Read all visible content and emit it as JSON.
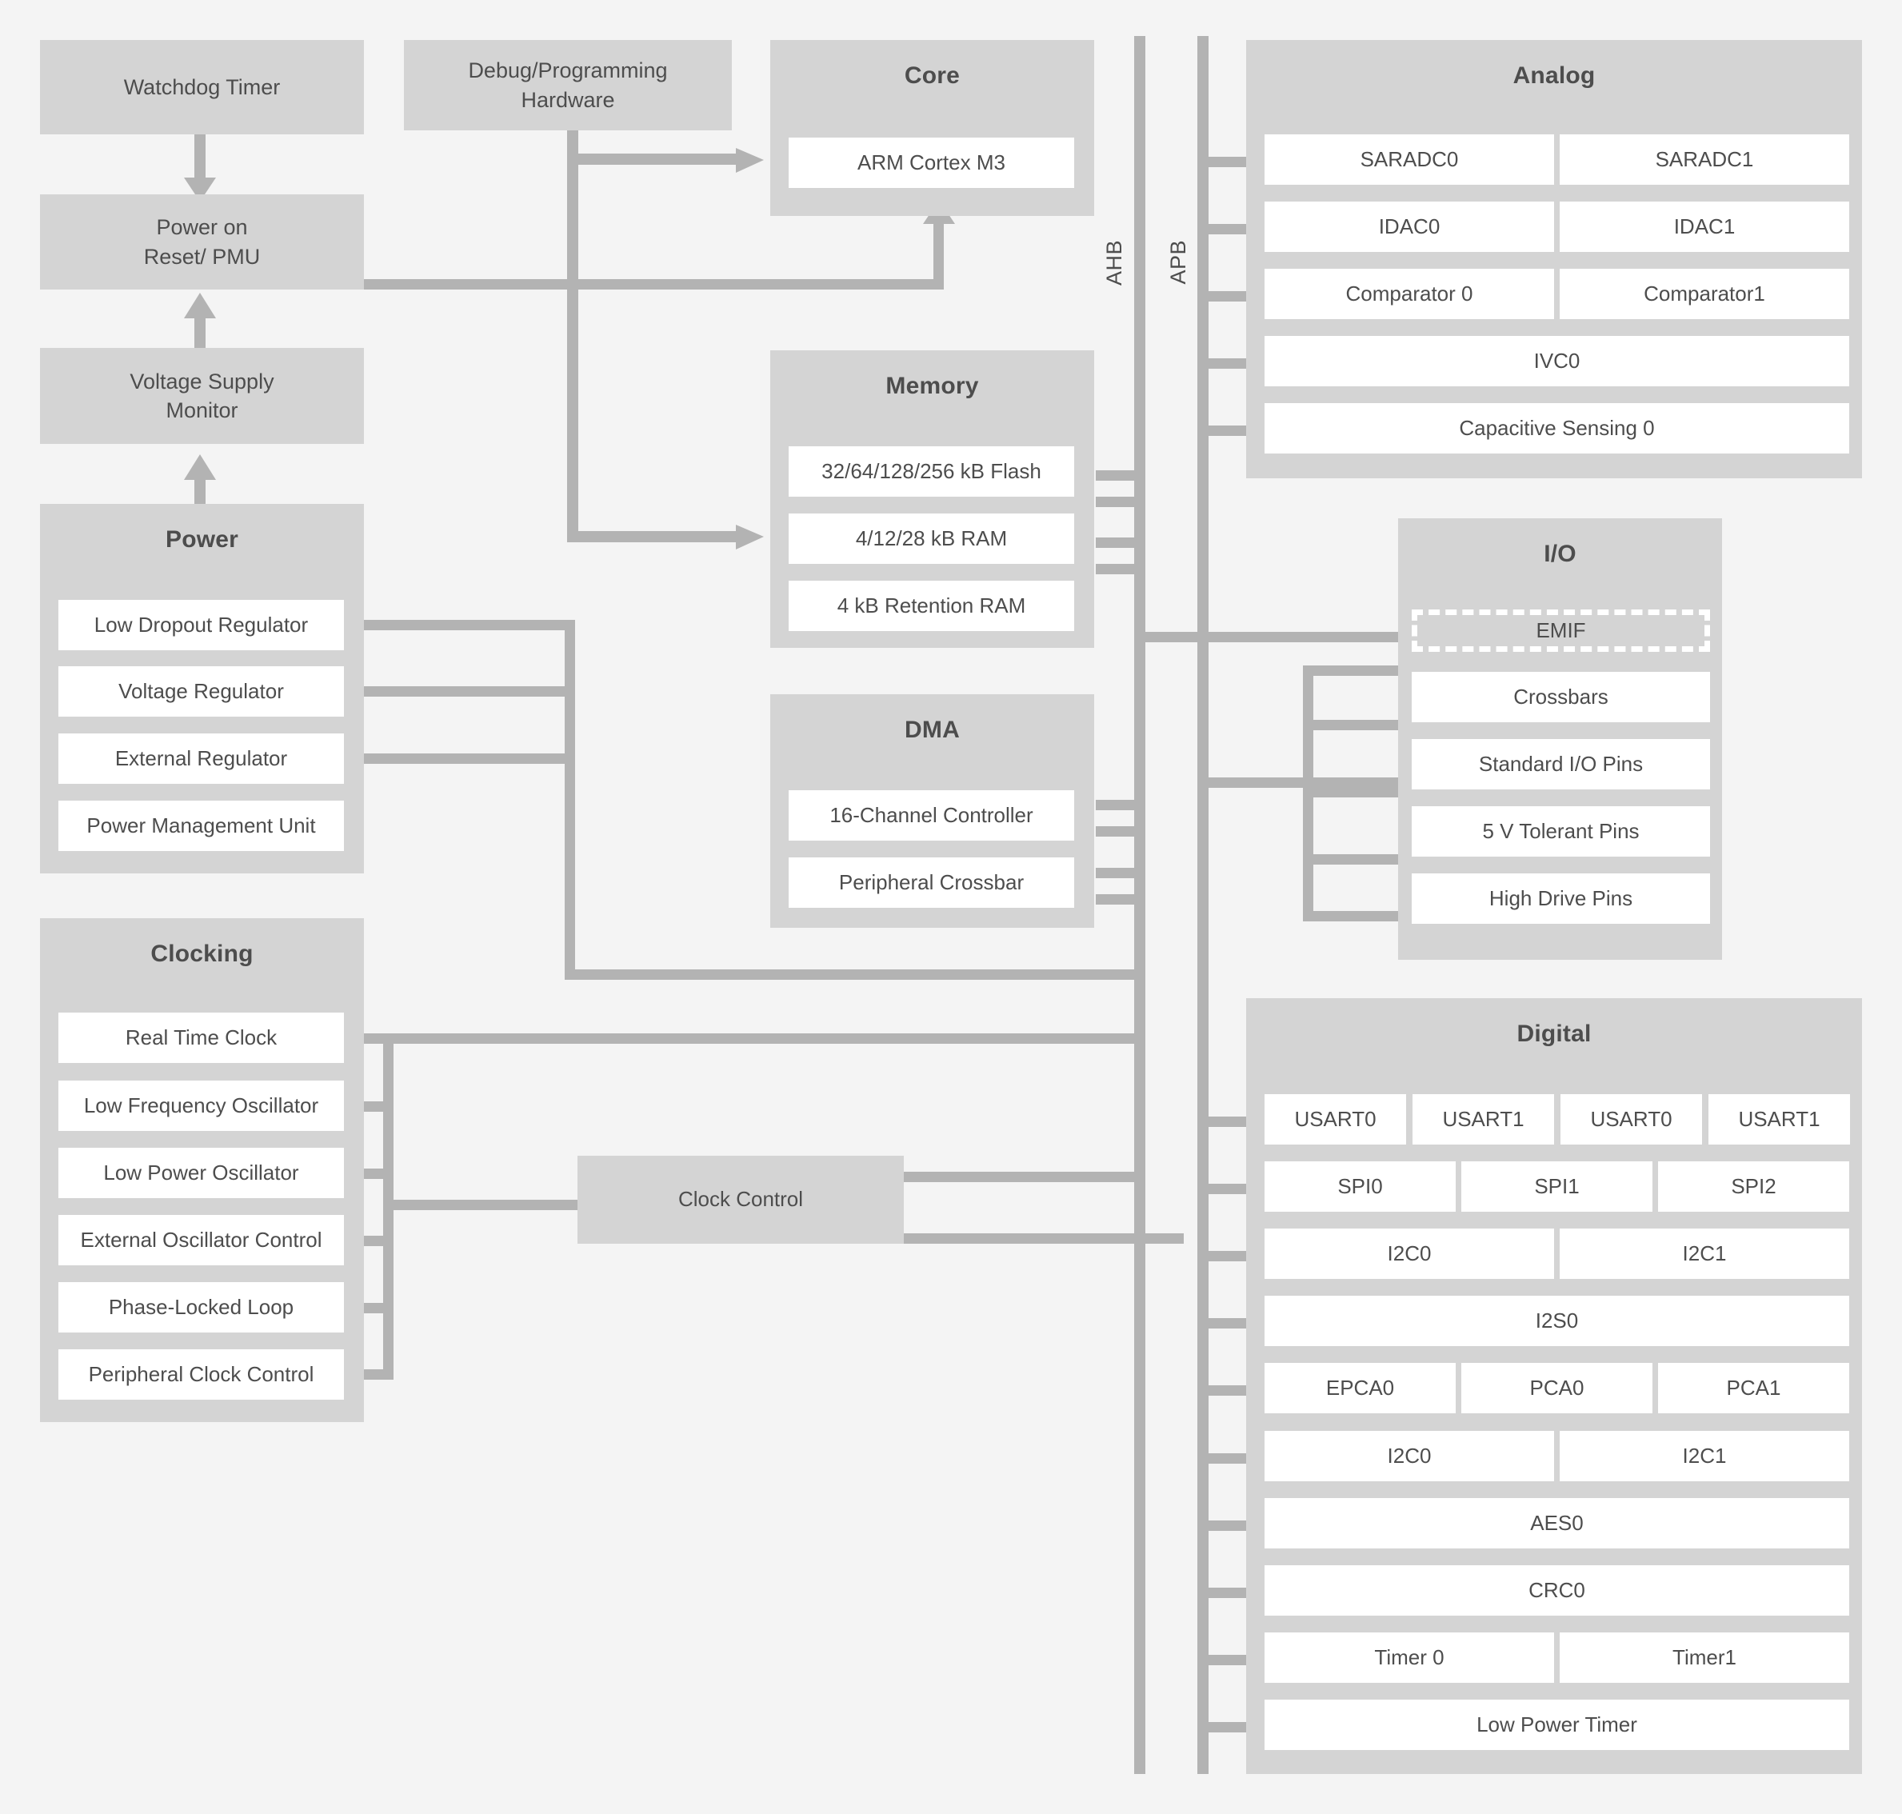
{
  "diagram": {
    "background_color": "#f4f4f4",
    "group_color": "#d4d4d4",
    "item_color": "#ffffff",
    "wire_color": "#b3b3b3",
    "text_color": "#4d4d4d"
  },
  "standalone": {
    "watchdog_timer": "Watchdog Timer",
    "power_on_reset_line1": "Power on",
    "power_on_reset_line2": "Reset/ PMU",
    "voltage_supply_line1": "Voltage Supply",
    "voltage_supply_line2": "Monitor",
    "debug_line1": "Debug/Programming",
    "debug_line2": "Hardware",
    "clock_control": "Clock Control"
  },
  "buses": {
    "ahb": "AHB",
    "apb": "APB"
  },
  "groups": {
    "power": {
      "title": "Power",
      "items": [
        "Low Dropout Regulator",
        "Voltage Regulator",
        "External Regulator",
        "Power Management Unit"
      ]
    },
    "clocking": {
      "title": "Clocking",
      "items": [
        "Real Time Clock",
        "Low Frequency Oscillator",
        "Low Power Oscillator",
        "External Oscillator Control",
        "Phase-Locked Loop",
        "Peripheral Clock Control"
      ]
    },
    "core": {
      "title": "Core",
      "items": [
        "ARM Cortex M3"
      ]
    },
    "memory": {
      "title": "Memory",
      "items": [
        "32/64/128/256 kB Flash",
        "4/12/28 kB RAM",
        "4 kB Retention RAM"
      ]
    },
    "dma": {
      "title": "DMA",
      "items": [
        "16-Channel Controller",
        "Peripheral Crossbar"
      ]
    },
    "analog": {
      "title": "Analog",
      "rows": [
        [
          "SARADC0",
          "SARADC1"
        ],
        [
          "IDAC0",
          "IDAC1"
        ],
        [
          "Comparator 0",
          "Comparator1"
        ],
        [
          "IVC0"
        ],
        [
          "Capacitive Sensing 0"
        ]
      ]
    },
    "io": {
      "title": "I/O",
      "items": [
        "EMIF",
        "Crossbars",
        "Standard I/O Pins",
        "5 V Tolerant Pins",
        "High Drive Pins"
      ]
    },
    "digital": {
      "title": "Digital",
      "rows": [
        [
          "USART0",
          "USART1",
          "USART0",
          "USART1"
        ],
        [
          "SPI0",
          "SPI1",
          "SPI2"
        ],
        [
          "I2C0",
          "I2C1"
        ],
        [
          "I2S0"
        ],
        [
          "EPCA0",
          "PCA0",
          "PCA1"
        ],
        [
          "I2C0",
          "I2C1"
        ],
        [
          "AES0"
        ],
        [
          "CRC0"
        ],
        [
          "Timer 0",
          "Timer1"
        ],
        [
          "Low Power Timer"
        ]
      ]
    }
  }
}
